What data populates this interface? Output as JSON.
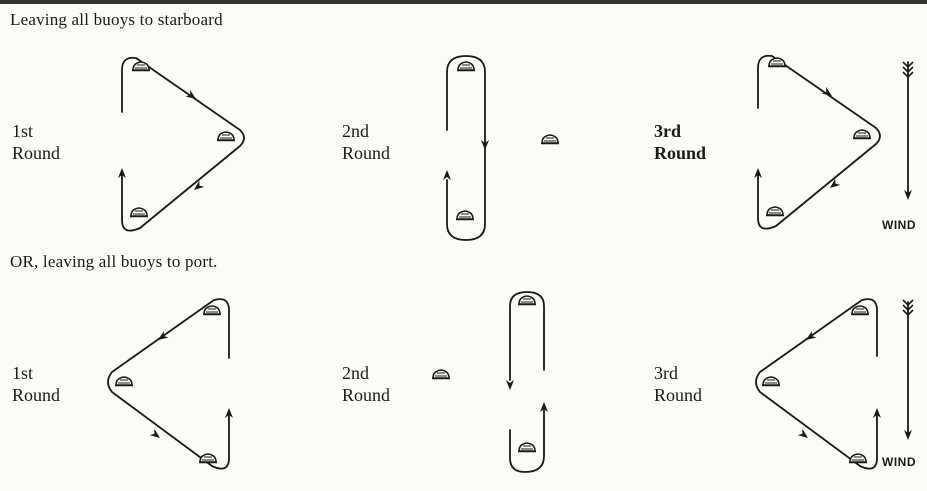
{
  "section_starboard": {
    "heading": "Leaving all buoys to starboard",
    "rounds": [
      {
        "line1": "1st",
        "line2": "Round"
      },
      {
        "line1": "2nd",
        "line2": "Round"
      },
      {
        "line1": "3rd",
        "line2": "Round"
      }
    ],
    "wind_label": "WIND"
  },
  "section_port": {
    "heading": "OR, leaving all buoys to port.",
    "rounds": [
      {
        "line1": "1st",
        "line2": "Round"
      },
      {
        "line1": "2nd",
        "line2": "Round"
      },
      {
        "line1": "3rd",
        "line2": "Round"
      }
    ],
    "wind_label": "WIND"
  },
  "colors": {
    "ink": "#1a1a1a",
    "paper": "#fbfbf8"
  }
}
